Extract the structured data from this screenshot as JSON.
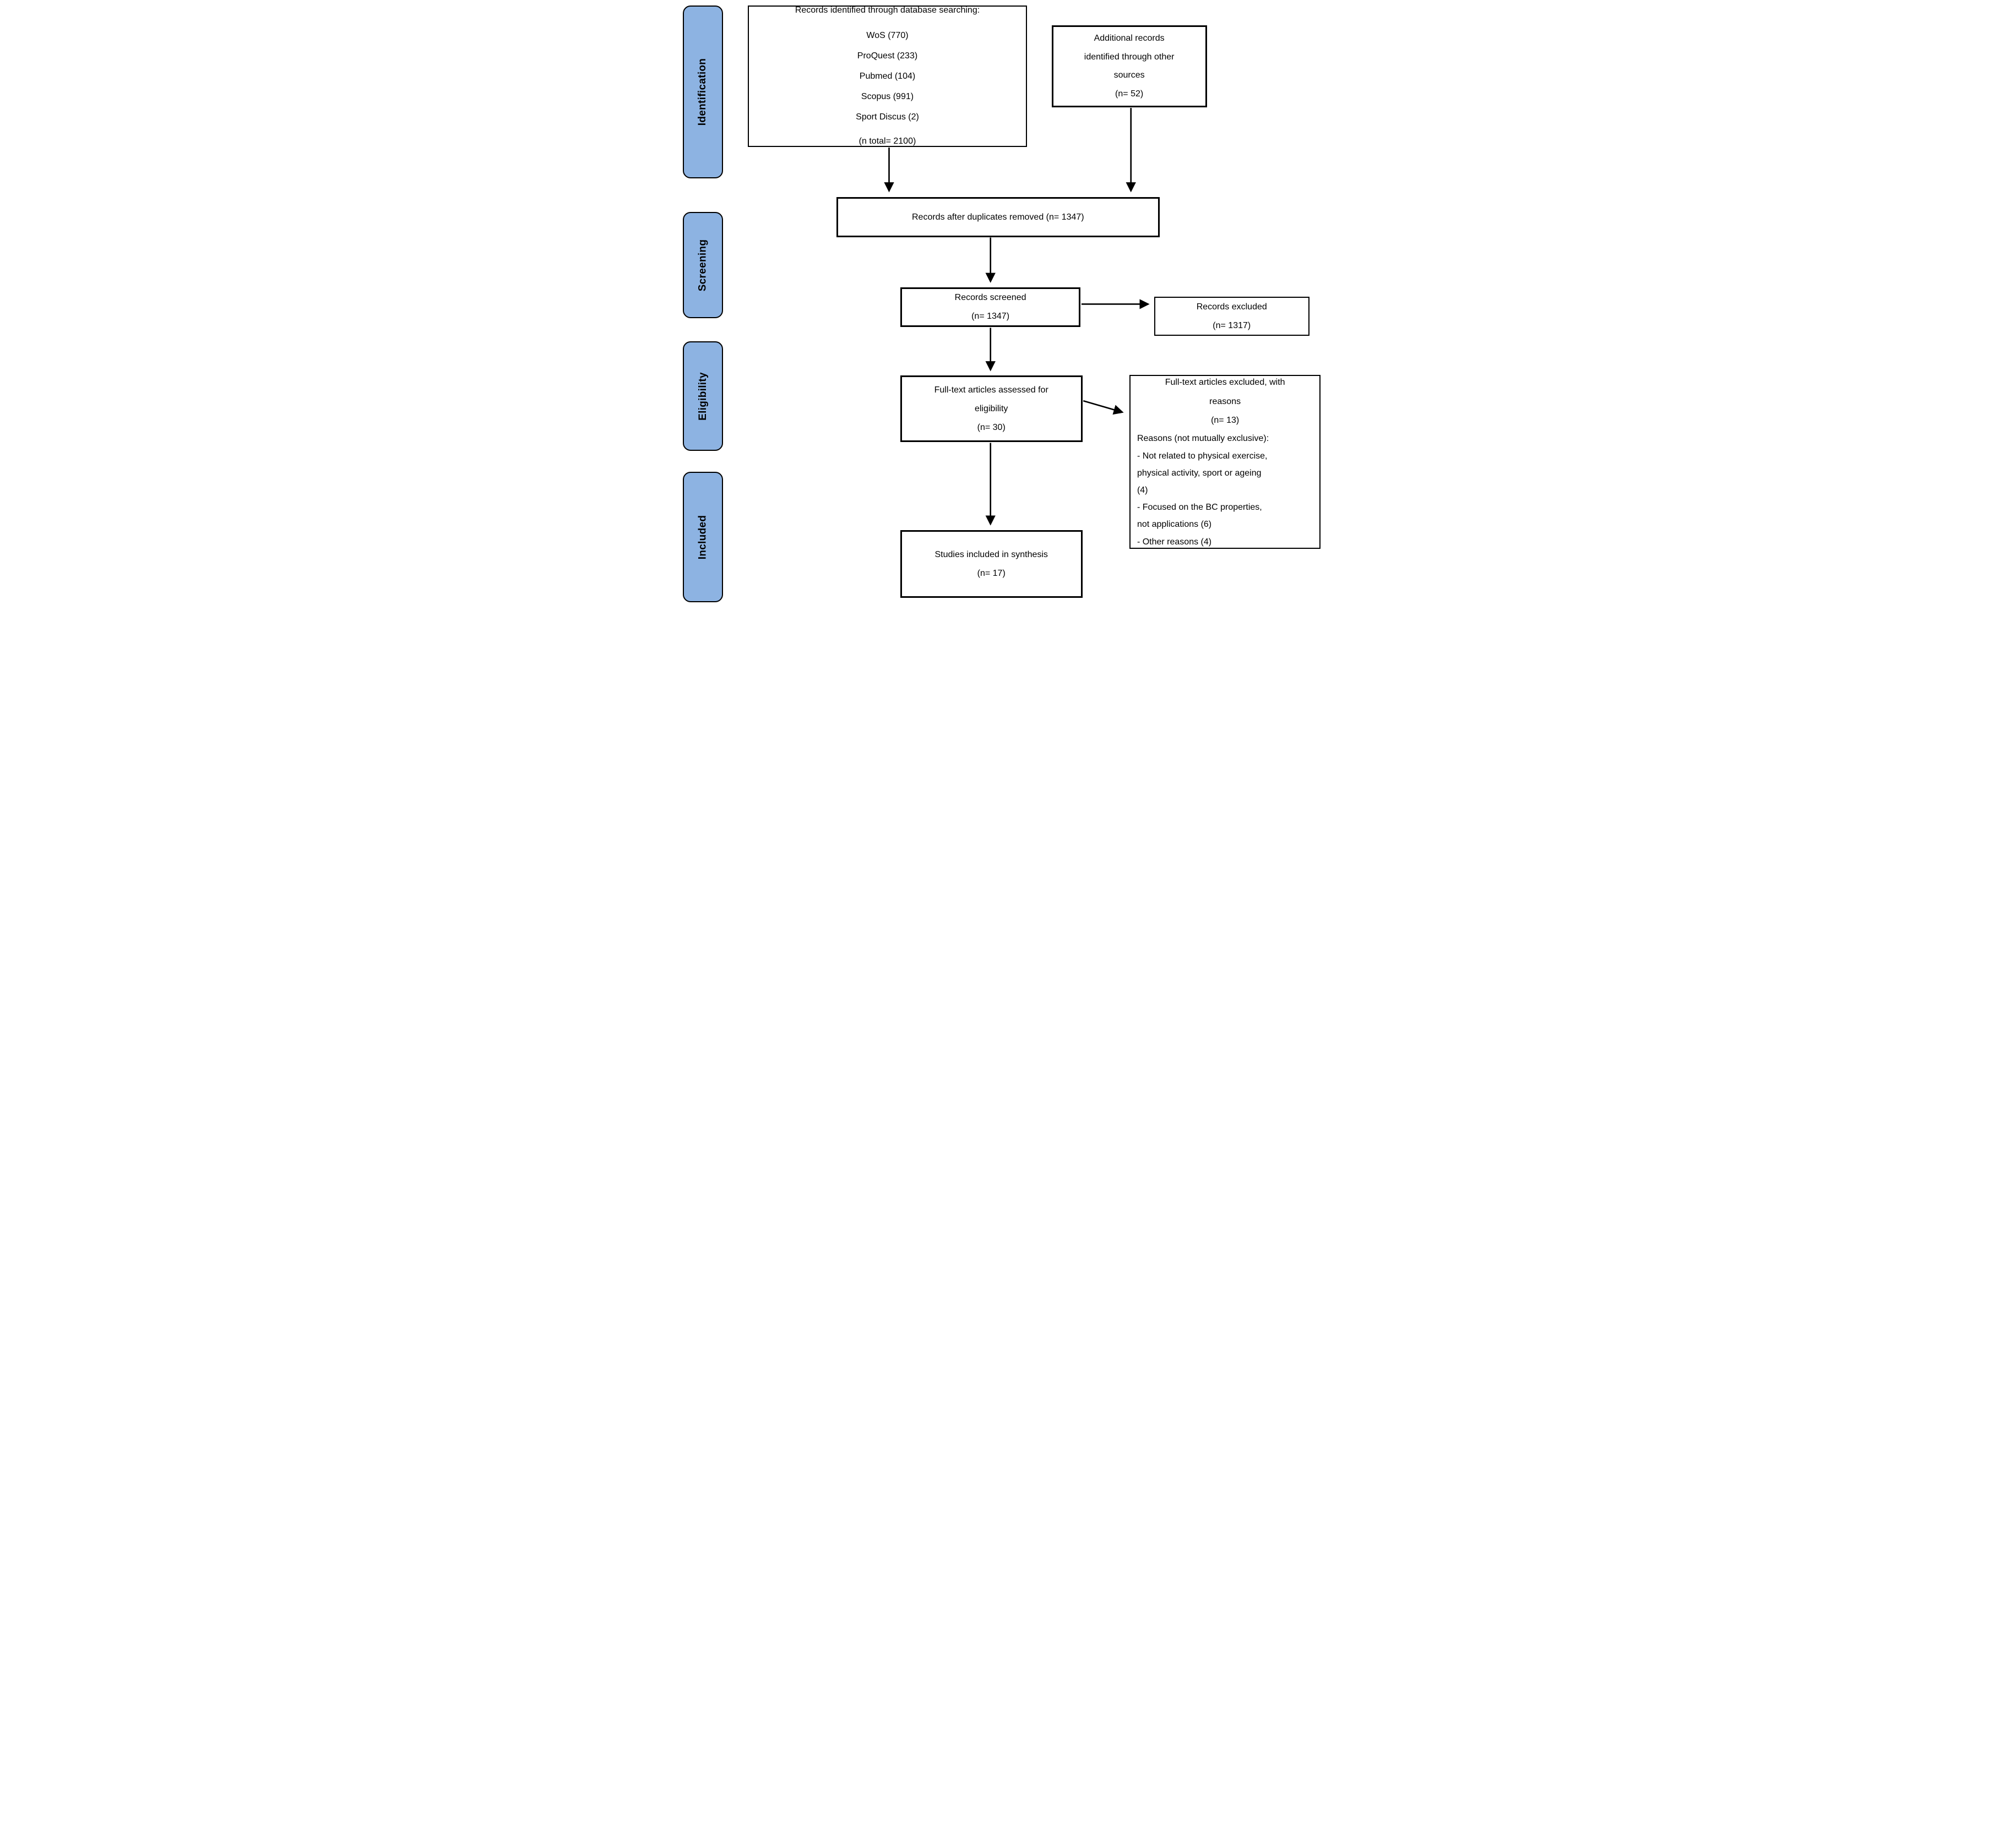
{
  "diagram_title": "PRISMA flow diagram",
  "colors": {
    "stage_fill": "#8db3e2",
    "border": "#000000",
    "background": "#ffffff",
    "text": "#000000"
  },
  "stages": [
    {
      "label": "Identification"
    },
    {
      "label": "Screening"
    },
    {
      "label": "Eligibility"
    },
    {
      "label": "Included"
    }
  ],
  "boxes": {
    "records_identified": {
      "title": "Records identified through database searching:",
      "sources": [
        "WoS (770)",
        "ProQuest (233)",
        "Pubmed (104)",
        "Scopus (991)",
        "Sport Discus (2)"
      ],
      "total": "(n total= 2100)"
    },
    "additional_records": {
      "lines": [
        "Additional records",
        "identified through other",
        "sources",
        "(n= 52)"
      ]
    },
    "duplicates_removed": {
      "lines": [
        "Records after duplicates removed (n= 1347)"
      ]
    },
    "records_screened": {
      "lines": [
        "Records screened",
        "(n= 1347)"
      ]
    },
    "records_excluded": {
      "lines": [
        "Records excluded",
        "(n= 1317)"
      ]
    },
    "fulltext_assessed": {
      "lines": [
        "Full-text articles assessed for",
        "eligibility",
        "(n= 30)"
      ]
    },
    "fulltext_excluded": {
      "title_lines": [
        "Full-text articles excluded, with",
        "reasons",
        "(n= 13)"
      ],
      "detail_lines": [
        "Reasons (not mutually exclusive):",
        "- Not related to physical exercise,",
        "physical activity, sport or ageing",
        "(4)",
        "- Focused on the BC properties,",
        "not applications (6)",
        "- Other reasons (4)"
      ]
    },
    "studies_included": {
      "lines": [
        "Studies included in synthesis",
        "(n= 17)"
      ]
    }
  }
}
